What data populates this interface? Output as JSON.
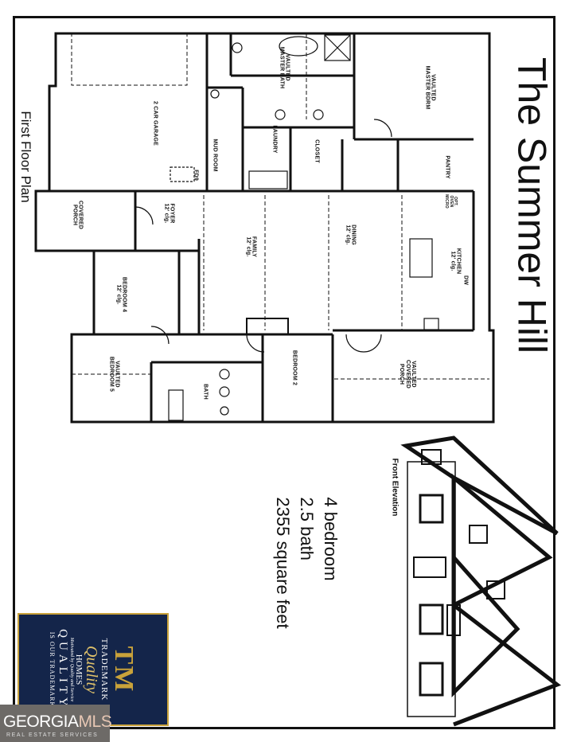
{
  "title": "The Summer Hill",
  "subtitle": "First Floor Plan",
  "stats": [
    "4 bedroom",
    "2.5 bath",
    "2355 square feet"
  ],
  "elevation_label": "Front Elevation",
  "rooms": {
    "garage": [
      "2 CAR GARAGE"
    ],
    "mud_room": [
      "MUD ROOM"
    ],
    "laundry": [
      "LAUNDRY"
    ],
    "closet": [
      "CLOSET"
    ],
    "pantry": [
      "PANTRY"
    ],
    "master_bath": [
      "VAULTED",
      "MASTER BATH"
    ],
    "master_bdrm": [
      "VAULTED",
      "MASTER BDRM"
    ],
    "foyer": [
      "FOYER",
      "12' clg."
    ],
    "covered_porch": [
      "COVERED",
      "PORCH"
    ],
    "family": [
      "FAMILY",
      "12' clg."
    ],
    "dining": [
      "DINING",
      "12' clg."
    ],
    "kitchen": [
      "KITCHEN",
      "12' clg."
    ],
    "oven": [
      "OPT.",
      "OVEN",
      "MICRO"
    ],
    "dw": [
      "DW"
    ],
    "fd": [
      "FD9"
    ],
    "bedroom4": [
      "BEDROOM 4",
      "12' clg."
    ],
    "bedroom5": [
      "VAULTED",
      "BEDROOM 5"
    ],
    "bath": [
      "BATH"
    ],
    "bedroom2": [
      "BEDROOM 2"
    ],
    "rear_porch": [
      "VAULTED",
      "COVERED",
      "PORCH"
    ]
  },
  "logo": {
    "mark": "TM",
    "line1": "TRADEMARK",
    "script": "Quality",
    "line3": "HOMES",
    "tagline": "Motivated by Quality and Service",
    "line5": "QUALITY",
    "line6": "IS OUR TRADEMARK"
  },
  "watermark": {
    "brand_a": "GEORGIA",
    "brand_b": "MLS",
    "sub": "REAL ESTATE SERVICES"
  },
  "colors": {
    "logo_bg": "#14254a",
    "logo_gold": "#c9a23a",
    "mls_bg": "#6d6a67"
  }
}
